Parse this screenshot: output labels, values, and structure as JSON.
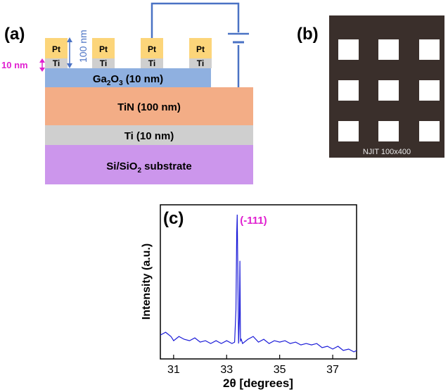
{
  "panel_a": {
    "label": "(a)",
    "thickness_top": "100 nm",
    "thickness_side": "10 nm",
    "electrode_top": "Pt",
    "electrode_bottom": "Ti",
    "layers": {
      "ga2o3": {
        "name_main": "Ga",
        "sub1": "2",
        "mid": "O",
        "sub2": "3",
        "suffix": "  (10 nm)"
      },
      "tin": "TiN (100 nm)",
      "ti": "Ti (10 nm)",
      "substrate": {
        "pre": "Si/SiO",
        "sub": "2",
        "post": " substrate"
      }
    },
    "colors": {
      "pt": "#fcd57a",
      "ti": "#cfcfcf",
      "ga2o3": "#8fb0e0",
      "tin": "#f3ad86",
      "ti_layer": "#cfcfcf",
      "substrate": "#cc96ec",
      "wire": "#4a72c4",
      "annotation": "#e020d0"
    }
  },
  "panel_b": {
    "label": "(b)",
    "caption": "NJIT  100x400",
    "colors": {
      "background": "#3a2f2b",
      "pad": "#ffffff"
    }
  },
  "panel_c": {
    "label": "(c)",
    "peak_label": "(-111)",
    "peak_label_color": "#e020d0",
    "line_color": "#1a1ad8"
  },
  "chart_data": {
    "type": "line",
    "title": "",
    "xlabel": "2θ [degrees]",
    "ylabel": "Intensity (a.u.)",
    "xlim": [
      30.5,
      37.9
    ],
    "ylim": [
      0,
      100
    ],
    "xticks": [
      31,
      33,
      35,
      37
    ],
    "yticks": [],
    "grid": false,
    "annotations": [
      {
        "text": "(-111)",
        "x": 33.4,
        "y": 97
      }
    ],
    "series": [
      {
        "x": [
          30.5,
          30.7,
          30.9,
          31.0,
          31.2,
          31.4,
          31.6,
          31.8,
          32.0,
          32.2,
          32.4,
          32.6,
          32.8,
          33.0,
          33.2,
          33.3,
          33.35,
          33.38,
          33.4,
          33.42,
          33.45,
          33.48,
          33.5,
          33.52,
          33.55,
          33.6,
          33.8,
          34.0,
          34.2,
          34.4,
          34.6,
          34.8,
          35.0,
          35.2,
          35.4,
          35.6,
          35.8,
          36.0,
          36.2,
          36.4,
          36.6,
          36.8,
          37.0,
          37.2,
          37.4,
          37.6,
          37.8,
          37.9
        ],
        "y": [
          12,
          14,
          11,
          8,
          11,
          9,
          8,
          10,
          7,
          8,
          6,
          8,
          6,
          8,
          6,
          7,
          30,
          85,
          98,
          60,
          6,
          25,
          65,
          8,
          9,
          6,
          9,
          11,
          7,
          9,
          6,
          8,
          7,
          8,
          6,
          7,
          5,
          6,
          5,
          6,
          3,
          4,
          2,
          4,
          1,
          2,
          0,
          1
        ]
      }
    ]
  }
}
